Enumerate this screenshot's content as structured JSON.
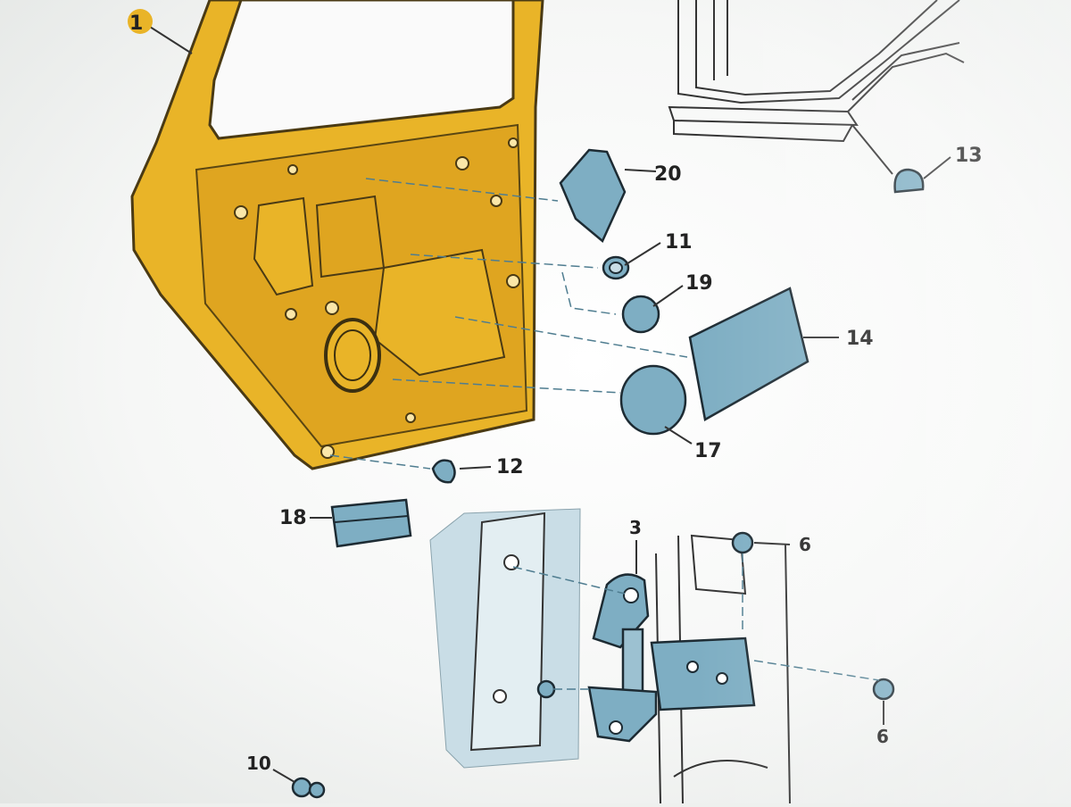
{
  "callouts": {
    "c1": "1",
    "c3": "3",
    "c6a": "6",
    "c6b": "6",
    "c10": "10",
    "c11": "11",
    "c12": "12",
    "c13": "13",
    "c14": "14",
    "c17": "17",
    "c18": "18",
    "c19": "19",
    "c20": "20"
  },
  "colors": {
    "door_panel": "#e9b428",
    "door_outline": "#4a3a14",
    "part_blue": "#7eaec3",
    "body_shade": "#c9dde6",
    "leader": "#333333",
    "highlight_callout": "#e9b428"
  }
}
